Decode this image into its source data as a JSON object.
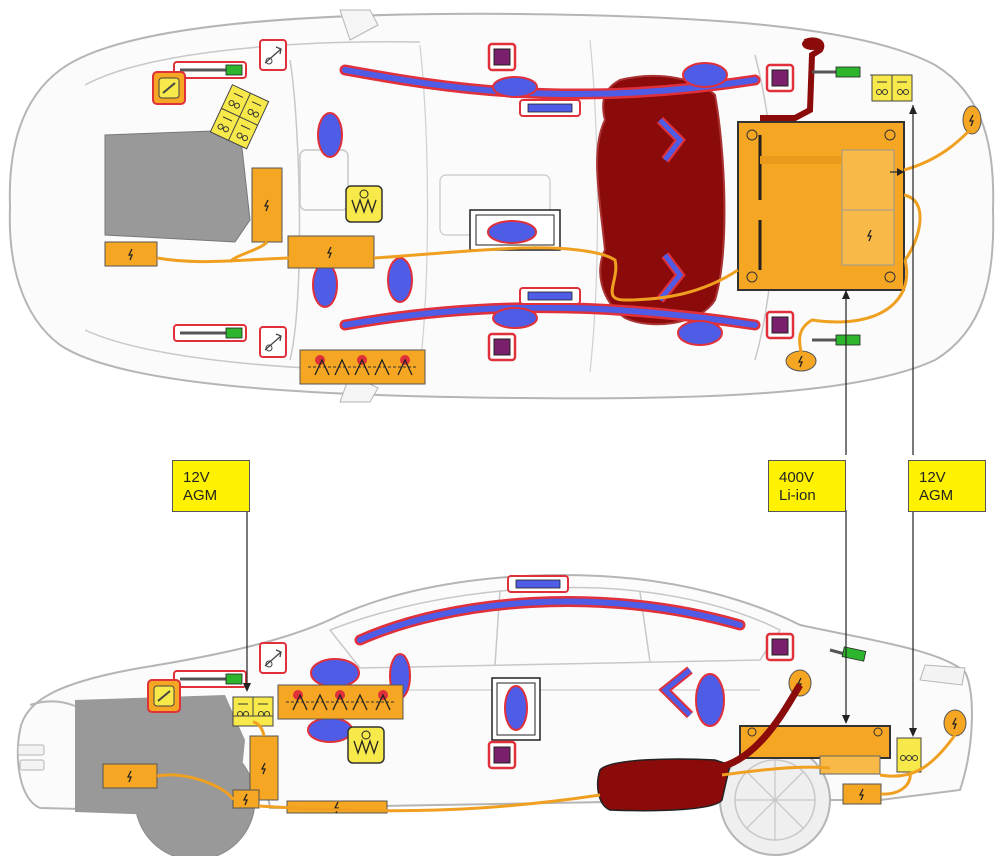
{
  "labels": {
    "battery_12v_front": {
      "line1": "12V",
      "line2": "AGM"
    },
    "battery_400v": {
      "line1": "400V",
      "line2": "Li-ion"
    },
    "battery_12v_rear": {
      "line1": "12V",
      "line2": "AGM"
    }
  },
  "colors": {
    "body_outline": "#b5b5b5",
    "hv_orange": "#f5a623",
    "cable_orange": "#f0a020",
    "battery_yellow": "#f7e94a",
    "airbag_blue": "#4f5ce6",
    "airbag_outline": "#e0303a",
    "sensor_purple": "#7a1f6b",
    "gas_tank_red": "#8b0a0a",
    "engine_gray": "#999999",
    "label_yellow": "#fff200",
    "seatbelt_green": "#2db52d"
  },
  "icons": [
    "hv-warning-icon",
    "airbag-inflator-icon",
    "seatbelt-tensioner-icon",
    "battery-icon",
    "fuse-icon",
    "spring-actuator-icon",
    "hood-lifter-icon"
  ]
}
